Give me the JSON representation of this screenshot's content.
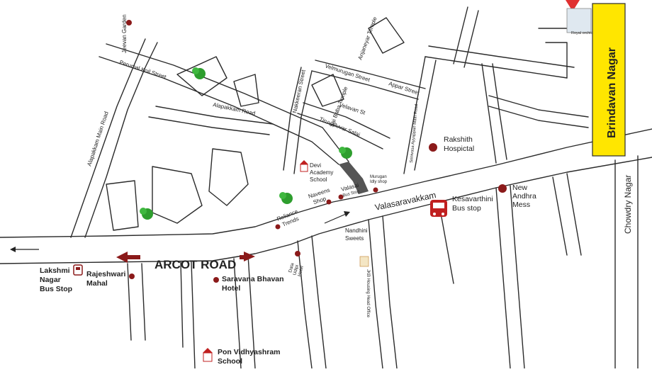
{
  "colors": {
    "highlight_band": "#ffe600",
    "marker_red": "#8b1a1a",
    "tree_green": "#2e9e2e",
    "connector_road": "#555555",
    "road_stroke": "#2b2b2b"
  },
  "roads": {
    "arcot_road": "ARCOT ROAD",
    "valasaravakkam": "Valasaravakkam",
    "brindavan_nagar": "Brindavan Nagar",
    "chowdry_nagar": "Chowdry Nagar",
    "alapakkam_main_road": "Alapakkam Main Road",
    "perumal_koil_street": "Perumal Koil Street",
    "alapakkam_road": "Alapakkam Road",
    "nakkeeran_street": "Nakkeeran Street",
    "velmurugan_street": "Velmurugan Street",
    "appar_street": "Appar Street",
    "velavan_st": "Velavan St",
    "thiruvalluvar_salai": "Tiruvalluvar Salai",
    "jeevan_garden": "Jeevan Garden",
    "anjaneyar_temple": "Anjaneyar Temple",
    "sai_baba_temple": "Sai Baba Temple",
    "sri_ayyappan_main_road": "Srinivasa Ayyappan Main Road"
  },
  "places": {
    "rakshith_hospital": "Rakshith Hospictal",
    "devi_academy": "Devi Academy School",
    "valasai_bus_stop": "Valasai Bus Stop",
    "murugan_idly_shop": "Murugan Idly shop",
    "naveens_shop": "Naveens Shop",
    "reliance_trends": "Reliance Trends",
    "new_andhra_mess": "New Andhra Mess",
    "kesavarthini_bus_stop": "Kesavarthini Bus stop",
    "nandhini_sweets": "Nandhini Sweets",
    "jkb_housing": "JKB Housing Head Office",
    "data_udipi_hotel": "Data Udipi Hotel",
    "saravana_bhavan": "Saravana Bhavan Hotel",
    "rajeshwari_mahal": "Rajeshwari Mahal",
    "lakshmi_nagar_bus_stop": "Lakshmi Nagar Bus Stop",
    "pon_vidhyashram": "Pon Vidhyashram School",
    "royal_orchid": "Royal orchid"
  },
  "icons": {
    "school": "school-icon",
    "bus": "bus-icon",
    "tree": "tree-icon",
    "pin": "location-pin-icon"
  }
}
